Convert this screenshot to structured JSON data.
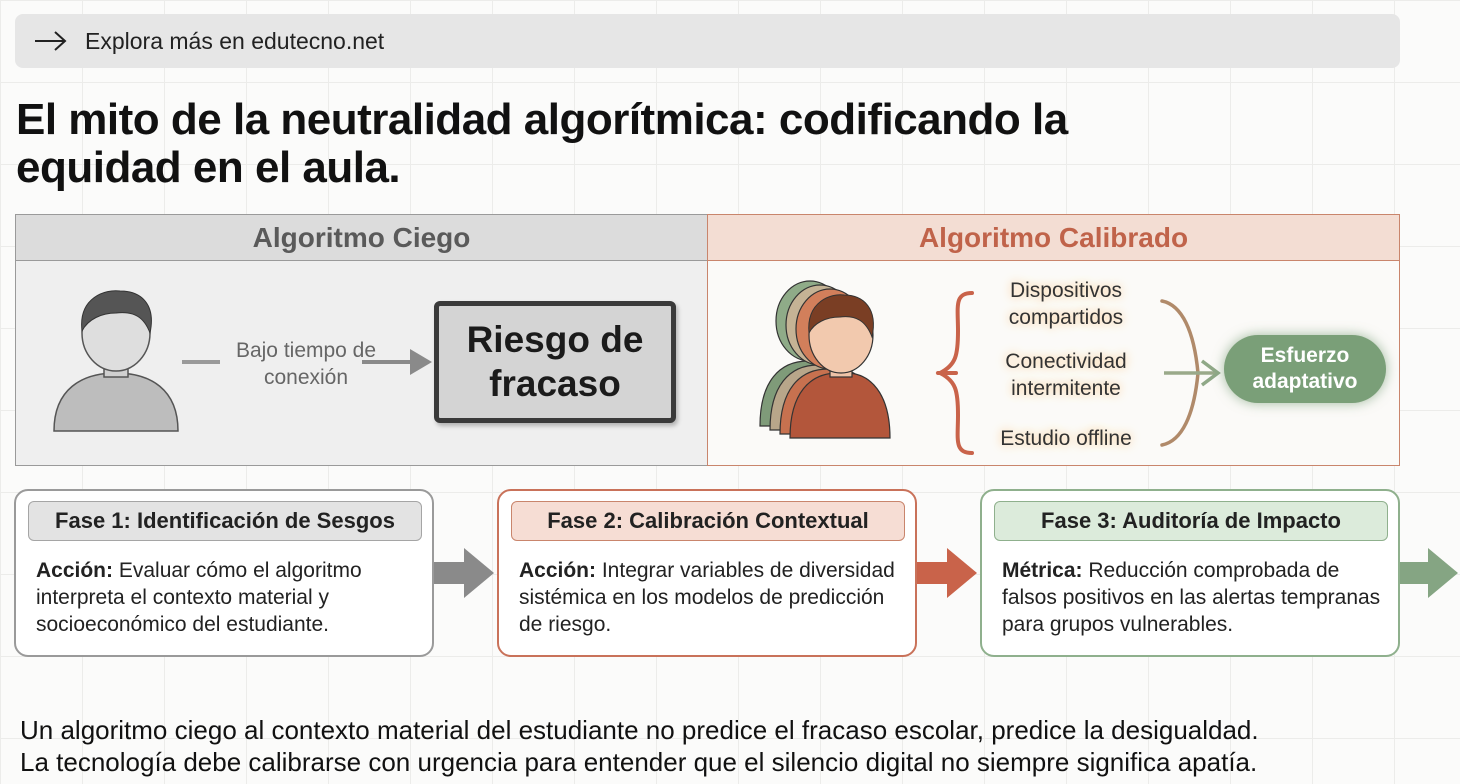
{
  "banner": {
    "text": "Explora más en edutecno.net"
  },
  "title": "El mito de la neutralidad algorítmica: codificando la equidad en el aula.",
  "blind": {
    "heading": "Algoritmo Ciego",
    "connector_label": "Bajo tiempo de conexión",
    "result": "Riesgo de fracaso"
  },
  "calibrated": {
    "heading": "Algoritmo Calibrado",
    "factors": [
      "Dispositivos compartidos",
      "Conectividad intermitente",
      "Estudio offline"
    ],
    "result": "Esfuerzo adaptativo"
  },
  "phases": [
    {
      "title": "Fase 1: Identificación de Sesgos",
      "label": "Acción:",
      "text": " Evaluar cómo el algoritmo interpreta el contexto material y socioeconómico del estudiante."
    },
    {
      "title": "Fase 2: Calibración Contextual",
      "label": "Acción:",
      "text": " Integrar variables de diversidad sistémica en los modelos de predicción de riesgo."
    },
    {
      "title": "Fase 3: Auditoría de Impacto",
      "label": "Métrica:",
      "text": " Reducción comprobada de falsos positivos en las alertas tempranas para grupos vulnerables."
    }
  ],
  "footer": [
    "Un algoritmo ciego al contexto material del estudiante no predice el fracaso escolar, predice la desigualdad.",
    "La tecnología debe calibrarse con urgencia para entender que el silencio digital no siempre significa apatía."
  ],
  "colors": {
    "terracotta": "#c9634a",
    "sage": "#7a9f78",
    "gray": "#8a8a8a"
  }
}
